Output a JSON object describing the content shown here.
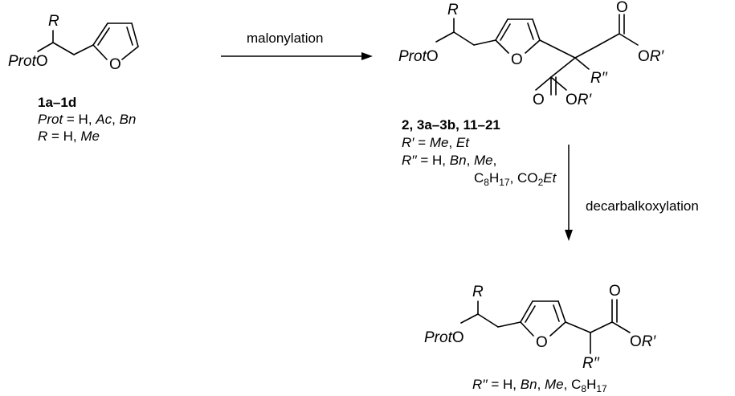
{
  "scheme": {
    "arrow1_label": "malonylation",
    "arrow2_label": "decarbalkoxylation",
    "start": {
      "atom_R": "R",
      "atom_Prot": "Prot",
      "atom_O_ether": "O",
      "atom_O_ring": "O",
      "compounds": "1a–1d",
      "prot_var": "Prot",
      "prot_eq": " = H, ",
      "prot_ac": "Ac",
      "prot_sep": ", ",
      "prot_bn": "Bn",
      "r_var": "R",
      "r_eq": " = H, ",
      "r_me": "Me"
    },
    "middle": {
      "atom_R": "R",
      "atom_Prot": "Prot",
      "atom_O_ether": "O",
      "atom_O_ring": "O",
      "atom_O_carbonyl_top": "O",
      "atom_O_ester_top": "O",
      "atom_Rprime_top": "R′",
      "atom_Rdouble": "R′′",
      "atom_O_carbonyl_bottom": "O",
      "atom_O_ester_bottom": "O",
      "atom_Rprime_bottom": "R′",
      "compounds": "2, 3a–3b, 11–21",
      "rp_var": "R′",
      "rp_eq": " = ",
      "rp_me": "Me",
      "rp_sep": ", ",
      "rp_et": "Et",
      "rpp_var": "R′′",
      "rpp_eq": " = H, ",
      "rpp_bn": "Bn",
      "rpp_sep1": ", ",
      "rpp_me": "Me",
      "rpp_sep2": ",",
      "rpp_c": "C",
      "rpp_c_sub": "8",
      "rpp_h": "H",
      "rpp_h_sub": "17",
      "rpp_sep3": ", CO",
      "rpp_co_sub": "2",
      "rpp_et": "Et"
    },
    "product": {
      "atom_R": "R",
      "atom_Prot": "Prot",
      "atom_O_ether": "O",
      "atom_O_ring": "O",
      "atom_O_carbonyl": "O",
      "atom_O_ester": "O",
      "atom_Rprime": "R′",
      "atom_Rdouble": "R′′",
      "rpp_var": "R′′",
      "rpp_eq": " = H, ",
      "rpp_bn": "Bn",
      "rpp_sep1": ", ",
      "rpp_me": "Me",
      "rpp_sep2": ", C",
      "rpp_c_sub": "8",
      "rpp_h": "H",
      "rpp_h_sub": "17"
    }
  }
}
